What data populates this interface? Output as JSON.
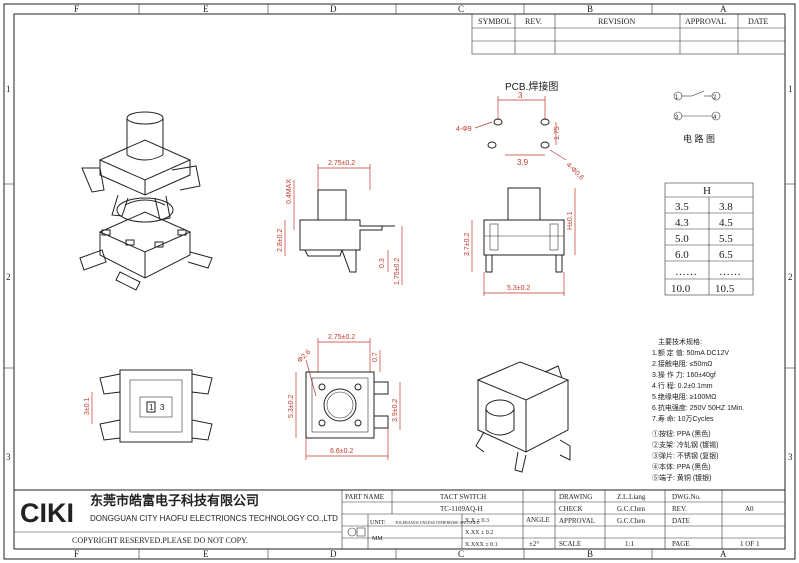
{
  "frame": {
    "top_zones": [
      "F",
      "E",
      "D",
      "C",
      "B",
      "A"
    ],
    "side_zones": [
      "1",
      "2",
      "3"
    ]
  },
  "revision_table": {
    "headers": [
      "SYMBOL",
      "REV.",
      "REVISION",
      "APPROVAL",
      "DATE"
    ]
  },
  "pcb": {
    "title": "PCB.焊接图",
    "dim_top": "3",
    "dim_left": "4-Φ9",
    "dim_right": "1.75",
    "dim_bottom": "3.9",
    "dim_hole": "4-Φ0.6"
  },
  "circuit": {
    "pins": [
      "1",
      "2",
      "3",
      "4"
    ],
    "label": "电 路 图"
  },
  "h_table": {
    "header": "H",
    "rows": [
      [
        "3.5",
        "3.8"
      ],
      [
        "4.3",
        "4.5"
      ],
      [
        "5.0",
        "5.5"
      ],
      [
        "6.0",
        "6.5"
      ],
      [
        "……",
        "……"
      ],
      [
        "10.0",
        "10.5"
      ]
    ]
  },
  "side_view": {
    "dim_top": "2.75±0.2",
    "dim_left": "0.4MAX",
    "dim_height": "2.8±0.2",
    "dim_a": "0.3",
    "dim_b": "1.75±0.2"
  },
  "front_view": {
    "dim_left": "3.7±0.2",
    "dim_right": "H±0.1",
    "dim_bottom": "5.3±0.2"
  },
  "bottom_view": {
    "dim_left": "3±0.1",
    "pin_label_1": "1",
    "pin_label_2": "3"
  },
  "top_view": {
    "dim_top": "2.75±0.2",
    "dim_circle": "Φ2.6",
    "dim_right_top": "0.7",
    "dim_left": "5.3±0.2",
    "dim_right": "3.9±0.2",
    "dim_bottom": "6.6±0.2"
  },
  "specs": {
    "title": "主要技术规格:",
    "lines": [
      "1.额 定 值: 50mA DC12V",
      "2.接触电阻: ≤50mΩ",
      "3.操 作 力: 160±40gf",
      "4.行    程: 0.2±0.1mm",
      "5.绝缘电阻: ≥100MΩ",
      "6.抗电强度: 250V 50HZ 1Min.",
      "7.寿    命: 10万Cycles"
    ],
    "materials": [
      "①按钮: PPA (黑色)",
      "②支架: 冷轧钢 (镀锡)",
      "③弹片: 不锈钢 (复银)",
      "④本体: PPA (黑色)",
      "⑤端子: 黄铜 (镀银)"
    ]
  },
  "title_block": {
    "logo": "CIKI",
    "company_cn": "东莞市皓富电子科技有限公司",
    "company_en": "DONGGUAN CITY HAOFU ELECTRIONCS TECHNOLOGY CO.,LTD",
    "copyright": "COPYRIGHT RESERVED.PLEASE DO NOT COPY.",
    "part_name_label": "PART NAME",
    "part_name": "TACT SWITCH",
    "part_no": "TC-1109AQ-H",
    "unit_label": "UNIT:",
    "unit_value": "MM",
    "tol_label": "TOLERANCE UNLESS OTHERWISE SPECIFIED",
    "tolerances": [
      "X.X ± 0.3",
      "X.XX ± 0.2",
      "X.XXX ± 0.1"
    ],
    "angle_label": "ANGLE",
    "angle_value": "±2°",
    "drawing_label": "DRAWING",
    "drawing_value": "Z.L.Liang",
    "check_label": "CHECK",
    "check_value": "G.C.Chen",
    "approval_label": "APPROVAL",
    "approval_value": "G.C.Chen",
    "scale_label": "SCALE",
    "scale_value": "1:1",
    "dwg_label": "DWG.No.",
    "rev_label": "REV.",
    "rev_value": "A0",
    "date_label": "DATE",
    "page_label": "PAGE",
    "page_value": "1 OF 1"
  }
}
